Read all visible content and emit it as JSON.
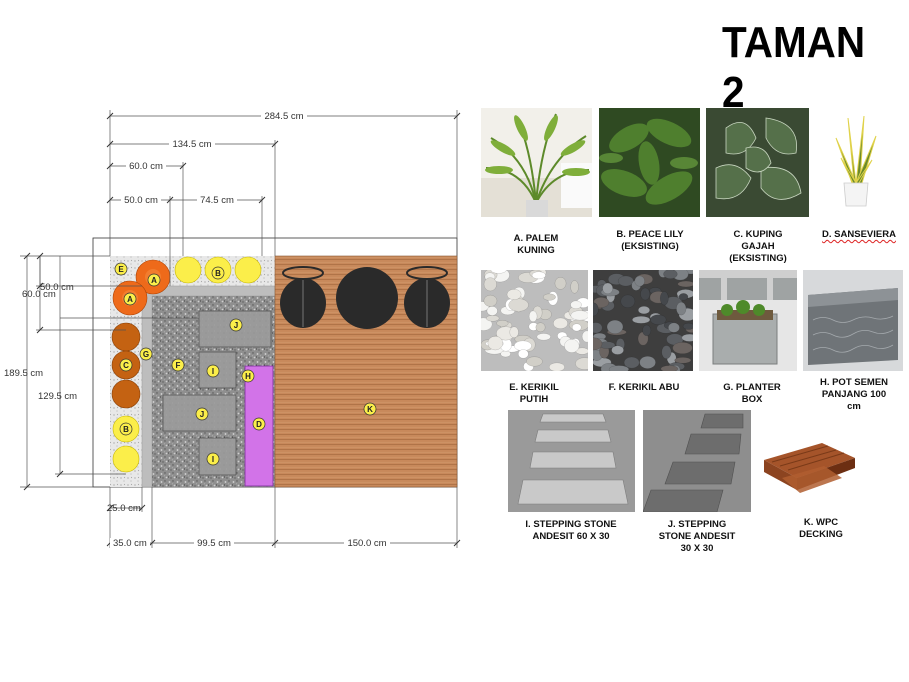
{
  "title": "TAMAN 2",
  "dimensions": {
    "top_total": "284.5 cm",
    "top_mid": "134.5 cm",
    "top_a": "60.0 cm",
    "top_b": "50.0 cm",
    "top_c": "74.5 cm",
    "left_total": "189.5 cm",
    "left_inner": "129.5 cm",
    "left_50": "50.0 cm",
    "left_60": "60.0 cm",
    "bottom_25": "25.0 cm",
    "bottom_35": "35.0 cm",
    "bottom_995": "99.5 cm",
    "bottom_150": "150.0 cm"
  },
  "markers": {
    "a": "A",
    "b": "B",
    "c": "C",
    "d": "D",
    "e": "E",
    "f": "F",
    "g": "G",
    "h": "H",
    "i": "I",
    "j": "J",
    "k": "K"
  },
  "legend": [
    {
      "id": "a",
      "lines": [
        "A. PALEM",
        "KUNING"
      ]
    },
    {
      "id": "b",
      "lines": [
        "B. PEACE LILY",
        "(EKSISTING)"
      ]
    },
    {
      "id": "c",
      "lines": [
        "C. KUPING",
        "GAJAH",
        "(EKSISTING)"
      ]
    },
    {
      "id": "d",
      "lines": [
        "D. SANSEVIERA"
      ]
    },
    {
      "id": "e",
      "lines": [
        "E. KERIKIL",
        "PUTIH"
      ]
    },
    {
      "id": "f",
      "lines": [
        "F. KERIKIL ABU"
      ]
    },
    {
      "id": "g",
      "lines": [
        "G. PLANTER",
        "BOX"
      ]
    },
    {
      "id": "h",
      "lines": [
        "H. POT SEMEN",
        "PANJANG 100",
        "cm"
      ]
    },
    {
      "id": "i",
      "lines": [
        "I. STEPPING STONE",
        "ANDESIT 60 X 30"
      ]
    },
    {
      "id": "j",
      "lines": [
        "J. STEPPING",
        "STONE ANDESIT",
        "30 X 30"
      ]
    },
    {
      "id": "k",
      "lines": [
        "K. WPC",
        "DECKING"
      ]
    }
  ],
  "colors": {
    "wood": "#c7885a",
    "gravel": "#8a8a8a",
    "white_gravel": "#e6e6e6",
    "planter": "#b9b9b9",
    "palm": "#ee6a1a",
    "lily": "#fbee4a",
    "kuping": "#c46212",
    "sanseviera": "#d273e8",
    "furniture": "#2c2c2c"
  }
}
